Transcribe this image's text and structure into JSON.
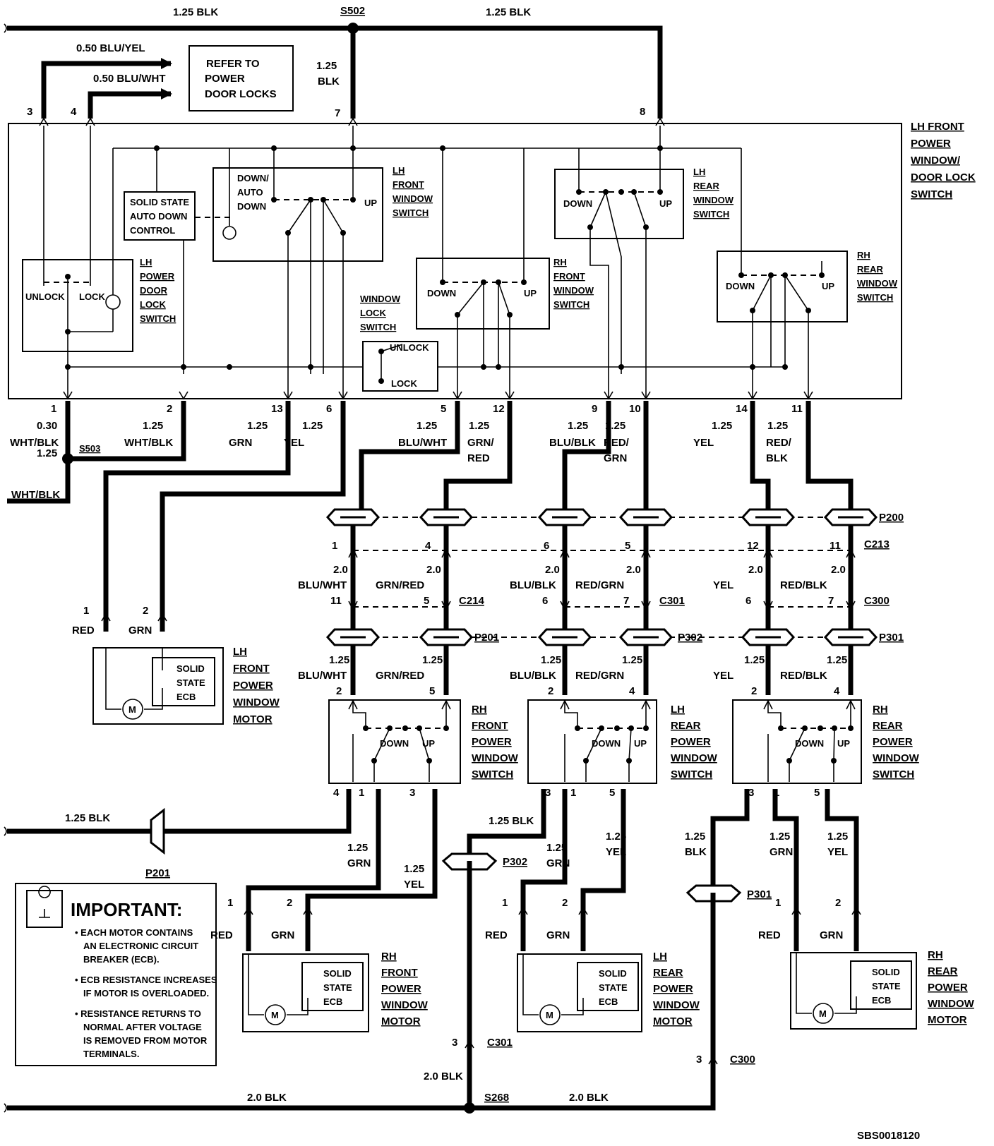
{
  "colors": {
    "line": "#000000",
    "background": "#ffffff"
  },
  "top_wires": {
    "left_label": "1.25 BLK",
    "right_label": "1.25 BLK",
    "splice_top": "S502",
    "splice_mid": "1.25",
    "splice_mid2": "BLK",
    "pin7": "7",
    "pin8": "8",
    "pin3": "3",
    "pin4": "4",
    "wire_blu_yel": "0.50 BLU/YEL",
    "wire_blu_wht": "0.50 BLU/WHT"
  },
  "refer_box": {
    "line1": "REFER TO",
    "line2": "POWER",
    "line3": "DOOR LOCKS"
  },
  "main_switch": {
    "title": [
      "LH FRONT",
      "POWER",
      "WINDOW/",
      "DOOR LOCK",
      "SWITCH"
    ],
    "solid_state": [
      "SOLID STATE",
      "AUTO DOWN",
      "CONTROL"
    ],
    "lh_front_switch": {
      "labels": [
        "LH",
        "FRONT",
        "WINDOW",
        "SWITCH"
      ],
      "down": [
        "DOWN/",
        "AUTO",
        "DOWN"
      ],
      "up": "UP"
    },
    "lh_rear_switch": {
      "labels": [
        "LH",
        "REAR",
        "WINDOW",
        "SWITCH"
      ],
      "down": "DOWN",
      "up": "UP"
    },
    "rh_front_switch": {
      "labels": [
        "RH",
        "FRONT",
        "WINDOW",
        "SWITCH"
      ],
      "down": "DOWN",
      "up": "UP"
    },
    "rh_rear_switch": {
      "labels": [
        "RH",
        "REAR",
        "WINDOW",
        "SWITCH"
      ],
      "down": "DOWN",
      "up": "UP"
    },
    "door_lock_switch": {
      "labels": [
        "LH",
        "POWER",
        "DOOR",
        "LOCK",
        "SWITCH"
      ],
      "unlock": "UNLOCK",
      "lock": "LOCK"
    },
    "window_lock_switch": {
      "labels": [
        "WINDOW",
        "LOCK",
        "SWITCH"
      ],
      "unlock": "UNLOCK",
      "lock": "LOCK"
    }
  },
  "bottom_pins": [
    {
      "pin": "1",
      "size": "0.30",
      "color": "WHT/BLK"
    },
    {
      "pin": "2",
      "size": "1.25",
      "color": "WHT/BLK"
    },
    {
      "pin": "13",
      "size": "1.25",
      "color": "GRN"
    },
    {
      "pin": "6",
      "size": "1.25",
      "color": "YEL"
    },
    {
      "pin": "5",
      "size": "1.25",
      "color": "BLU/WHT"
    },
    {
      "pin": "12",
      "size": "1.25",
      "color": "GRN/ RED"
    },
    {
      "pin": "9",
      "size": "1.25",
      "color": "BLU/BLK"
    },
    {
      "pin": "10",
      "size": "1.25",
      "color": "RED/ GRN"
    },
    {
      "pin": "14",
      "size": "1.25",
      "color": "YEL"
    },
    {
      "pin": "11",
      "size": "1.25",
      "color": "RED/ BLK"
    }
  ],
  "splice_s503": "S503",
  "s503_out": {
    "size": "1.25",
    "color": "WHT/BLK"
  },
  "connectors": {
    "p200": "P200",
    "c213": "C213",
    "c214": "C214",
    "c301": "C301",
    "c300": "C300",
    "p201": "P201",
    "p302": "P302",
    "p301": "P301"
  },
  "mid_wires": [
    {
      "pin_a": "1",
      "size": "2.0",
      "color": "BLU/WHT",
      "pin_b": "11",
      "pin_c": "2",
      "size2": "1.25",
      "color2": "BLU/WHT"
    },
    {
      "pin_a": "4",
      "size": "2.0",
      "color": "GRN/RED",
      "pin_b": "5",
      "pin_c": "5",
      "size2": "1.25",
      "color2": "GRN/RED"
    },
    {
      "pin_a": "6",
      "size": "2.0",
      "color": "BLU/BLK",
      "pin_b": "6",
      "pin_c": "2",
      "size2": "1.25",
      "color2": "BLU/BLK"
    },
    {
      "pin_a": "5",
      "size": "2.0",
      "color": "RED/GRN",
      "pin_b": "7",
      "pin_c": "4",
      "size2": "1.25",
      "color2": "RED/GRN"
    },
    {
      "pin_a": "12",
      "size": "2.0",
      "color": "YEL",
      "pin_b": "6",
      "pin_c": "2",
      "size2": "1.25",
      "color2": "YEL"
    },
    {
      "pin_a": "11",
      "size": "2.0",
      "color": "RED/BLK",
      "pin_b": "7",
      "pin_c": "4",
      "size2": "1.25",
      "color2": "RED/BLK"
    }
  ],
  "lh_motor": {
    "pin1": "1",
    "pin2": "2",
    "red": "RED",
    "grn": "GRN",
    "labels": [
      "LH",
      "FRONT",
      "POWER",
      "WINDOW",
      "MOTOR"
    ],
    "ecb": [
      "SOLID",
      "STATE",
      "ECB"
    ],
    "m": "M"
  },
  "door_switches": [
    {
      "labels": [
        "RH",
        "FRONT",
        "POWER",
        "WINDOW",
        "SWITCH"
      ],
      "down": "DOWN",
      "up": "UP",
      "pins": [
        "4",
        "1",
        "3"
      ]
    },
    {
      "labels": [
        "LH",
        "REAR",
        "POWER",
        "WINDOW",
        "SWITCH"
      ],
      "down": "DOWN",
      "up": "UP",
      "pins": [
        "3",
        "1",
        "5"
      ]
    },
    {
      "labels": [
        "RH",
        "REAR",
        "POWER",
        "WINDOW",
        "SWITCH"
      ],
      "down": "DOWN",
      "up": "UP",
      "pins": [
        "3",
        "1",
        "5"
      ]
    }
  ],
  "lower_wires": {
    "blk_p201": "1.25 BLK",
    "rh_front_grn": [
      "1.25",
      "GRN"
    ],
    "rh_front_yel": [
      "1.25",
      "YEL"
    ],
    "lh_rear_blk": "1.25 BLK",
    "lh_rear_grn": [
      "1.25",
      "GRN"
    ],
    "lh_rear_yel": [
      "1.25",
      "YEL"
    ],
    "rh_rear_blk": [
      "1.25",
      "BLK"
    ],
    "rh_rear_grn": [
      "1.25",
      "GRN"
    ],
    "rh_rear_yel": [
      "1.25",
      "YEL"
    ]
  },
  "motors": [
    {
      "labels": [
        "RH",
        "FRONT",
        "POWER",
        "WINDOW",
        "MOTOR"
      ],
      "pin1": "1",
      "pin2": "2",
      "red": "RED",
      "grn": "GRN",
      "ecb": [
        "SOLID",
        "STATE",
        "ECB"
      ],
      "m": "M"
    },
    {
      "labels": [
        "LH",
        "REAR",
        "POWER",
        "WINDOW",
        "MOTOR"
      ],
      "pin1": "1",
      "pin2": "2",
      "red": "RED",
      "grn": "GRN",
      "ecb": [
        "SOLID",
        "STATE",
        "ECB"
      ],
      "m": "M"
    },
    {
      "labels": [
        "RH",
        "REAR",
        "POWER",
        "WINDOW",
        "MOTOR"
      ],
      "pin1": "1",
      "pin2": "2",
      "red": "RED",
      "grn": "GRN",
      "ecb": [
        "SOLID",
        "STATE",
        "ECB"
      ],
      "m": "M"
    }
  ],
  "important": {
    "title": "IMPORTANT:",
    "bullets": [
      [
        "• EACH MOTOR CONTAINS",
        "AN ELECTRONIC CIRCUIT",
        "BREAKER (ECB)."
      ],
      [
        "• ECB RESISTANCE INCREASES",
        "IF MOTOR IS OVERLOADED."
      ],
      [
        "• RESISTANCE RETURNS TO",
        "NORMAL AFTER VOLTAGE",
        "IS REMOVED FROM MOTOR",
        "TERMINALS."
      ]
    ]
  },
  "ground": {
    "c301_pin": "3",
    "c301": "C301",
    "c300_pin": "3",
    "c300": "C300",
    "blk20_a": "2.0 BLK",
    "blk20_left": "2.0 BLK",
    "blk20_right": "2.0 BLK",
    "s268": "S268"
  },
  "figure_id": "SBS0018120"
}
